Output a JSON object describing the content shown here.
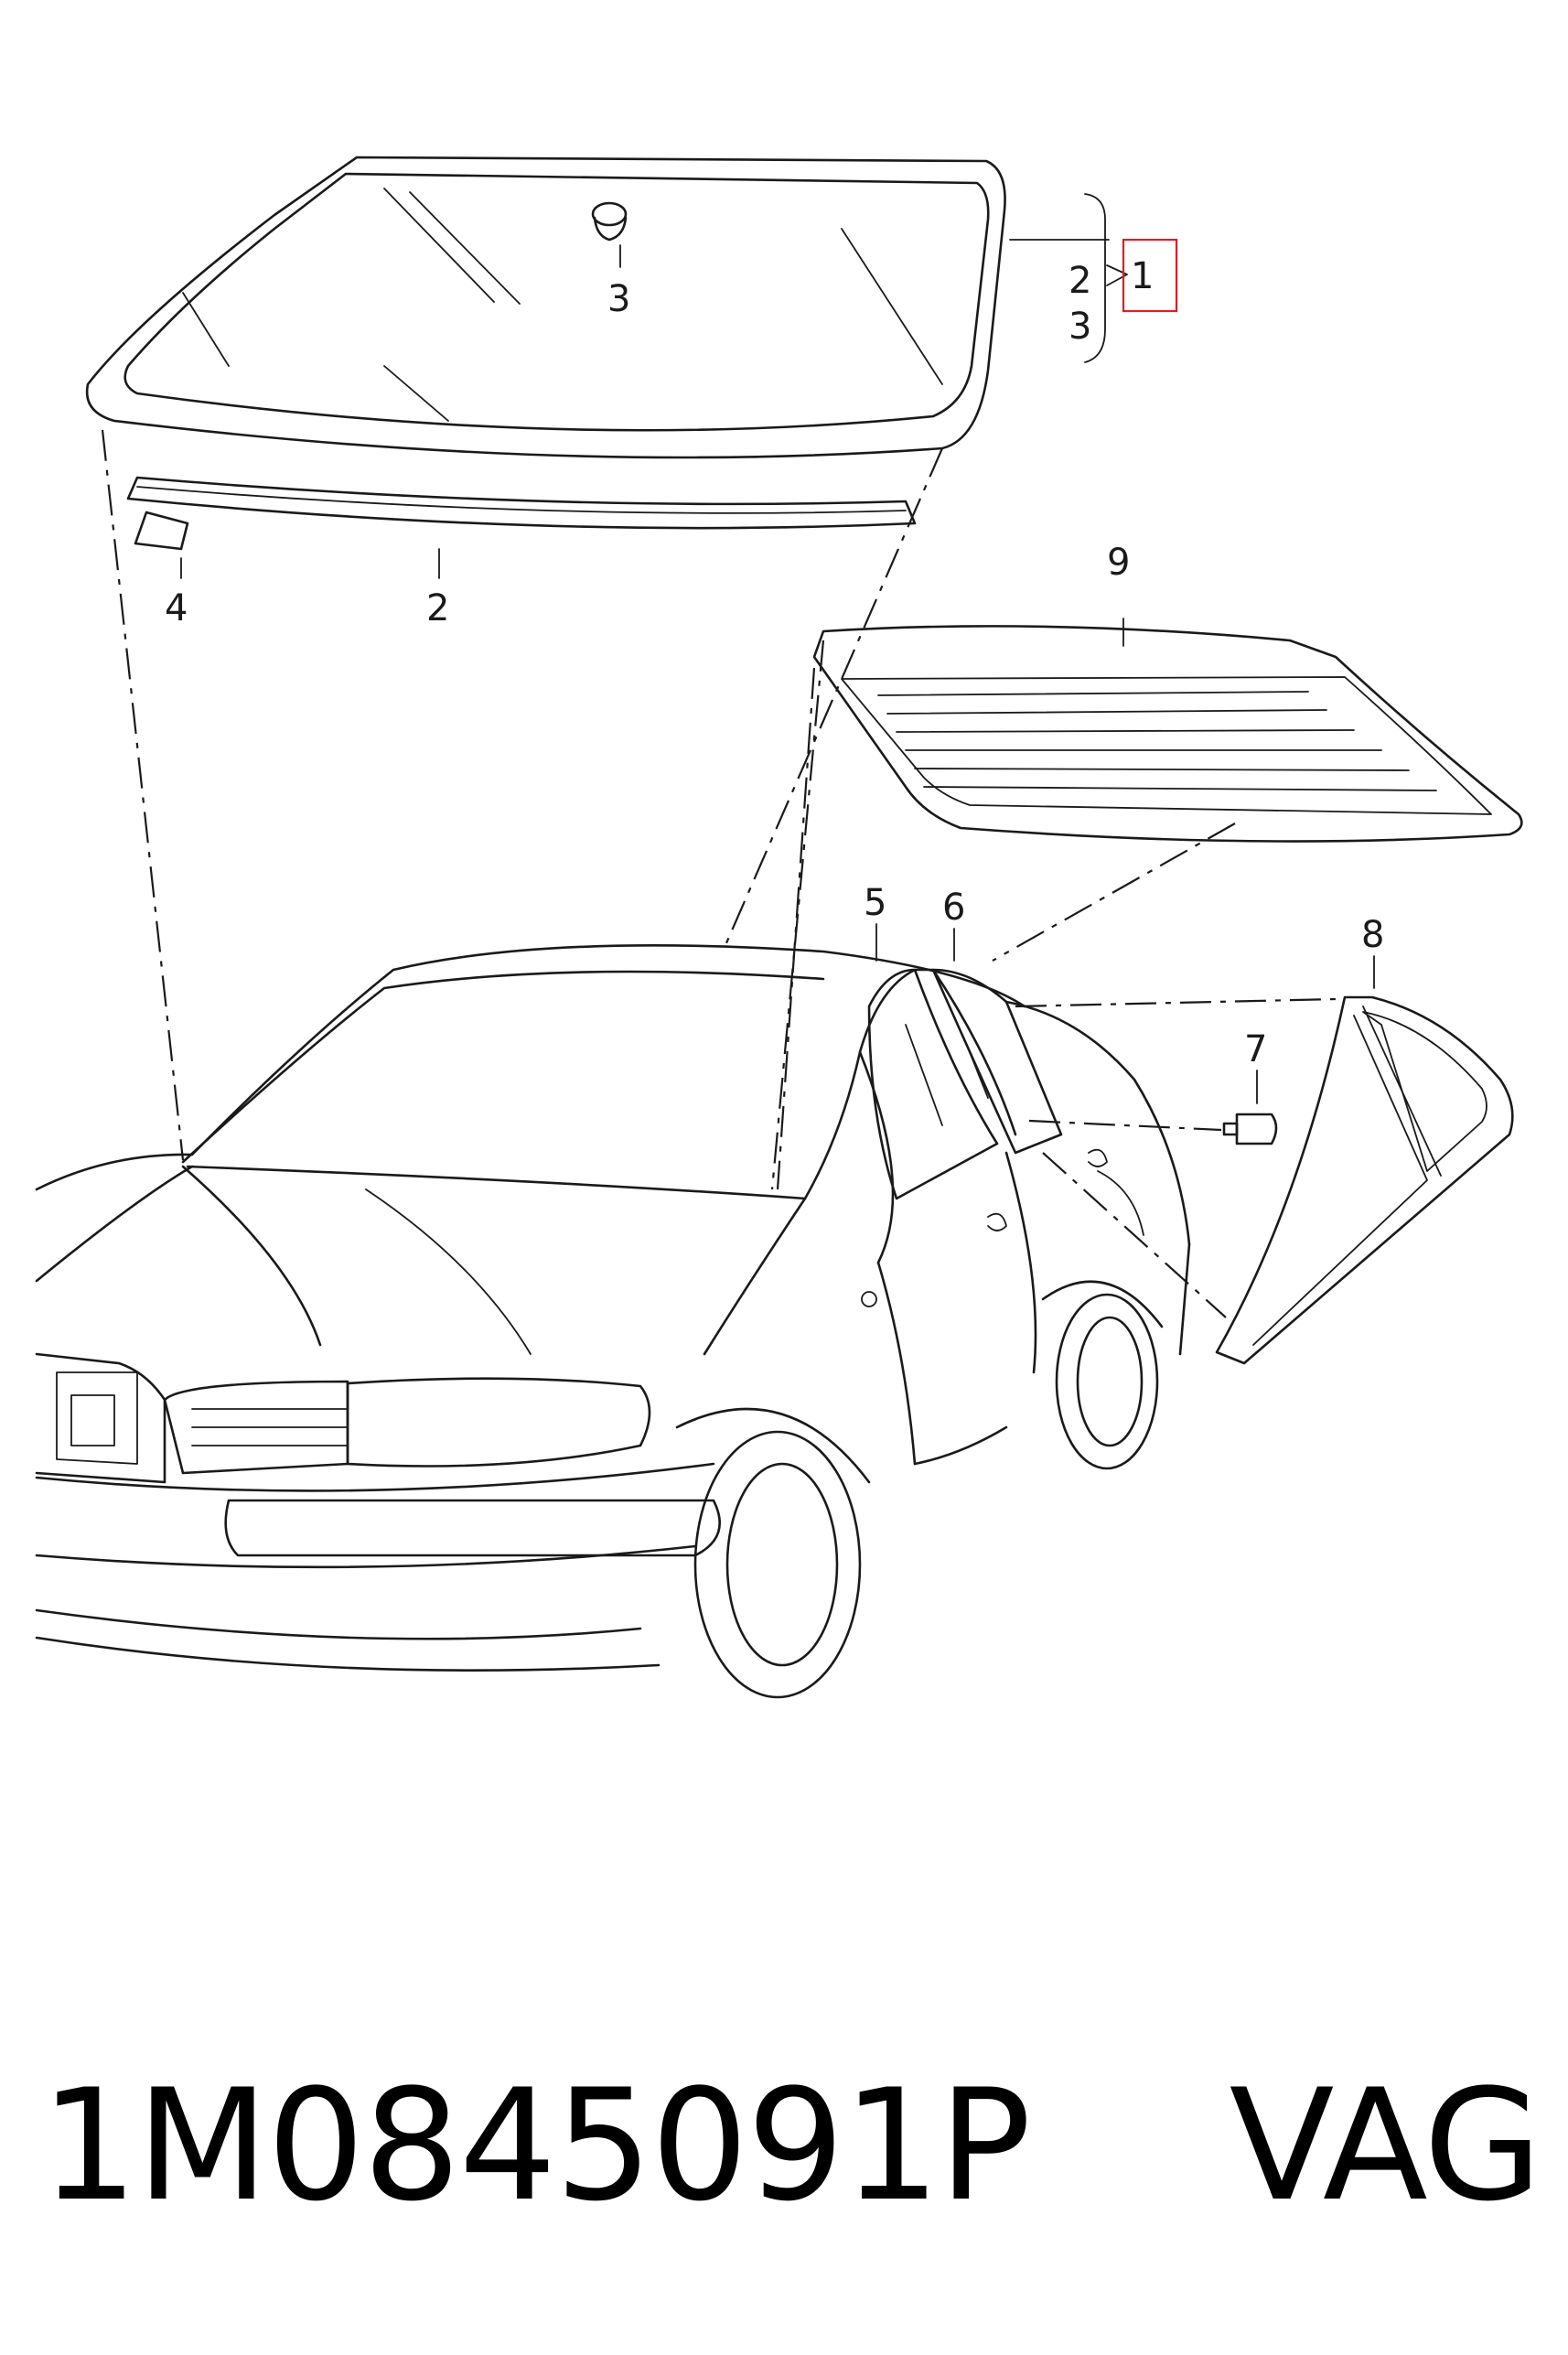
{
  "diagram": {
    "callouts": {
      "windshield_clip": "3",
      "seal_strip": "2",
      "mirror_mount": "4",
      "rear_window": "9",
      "front_door_glass": "5",
      "rear_door_glass": "6",
      "quarter_glass": "8",
      "screw": "7",
      "bracket_item_2": "2",
      "bracket_item_3": "3",
      "bracket_parent": "1"
    },
    "highlight_color": "#e31b23"
  },
  "footer": {
    "part_number": "1M0845091P",
    "brand": "VAG"
  }
}
